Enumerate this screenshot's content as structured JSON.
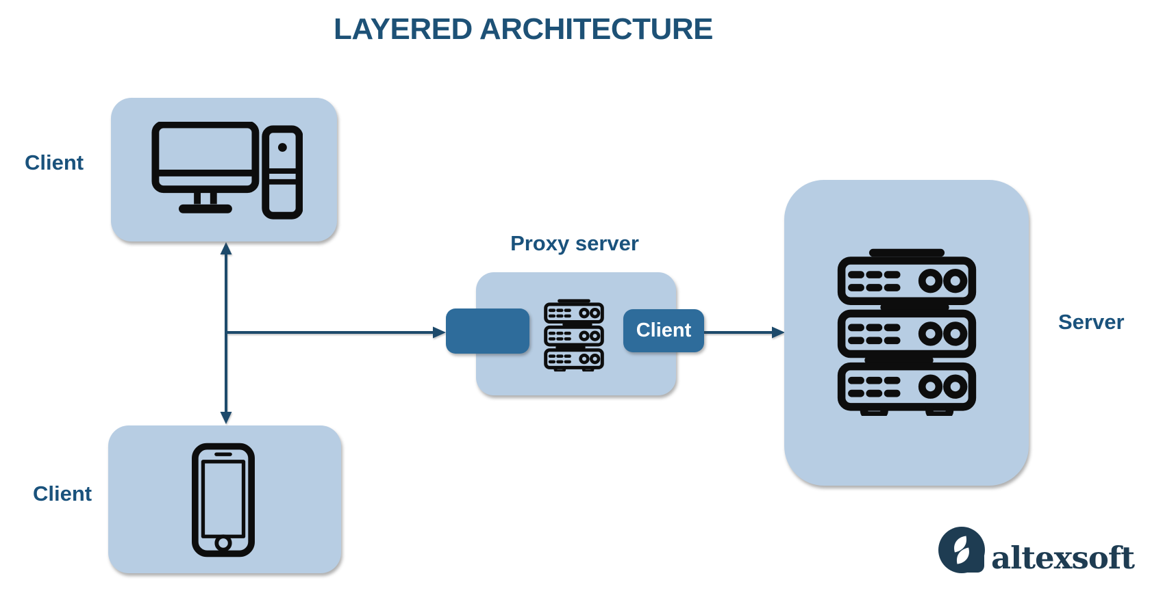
{
  "title": "LAYERED ARCHITECTURE",
  "nodes": {
    "client_top": {
      "label": "Client",
      "icon": "desktop-computer-icon"
    },
    "client_bottom": {
      "label": "Client",
      "icon": "smartphone-icon"
    },
    "proxy": {
      "label": "Proxy server",
      "icon": "server-rack-icon",
      "chips": {
        "left_label": "",
        "right_label": "Client"
      }
    },
    "server": {
      "label": "Server",
      "icon": "server-rack-icon"
    }
  },
  "logo": {
    "text": "altexsoft",
    "icon": "altexsoft-logo-mark"
  },
  "colors": {
    "node_fill": "#b7cde3",
    "chip_fill": "#2e6c9b",
    "arrow": "#1d4a6b",
    "title_text": "#1d5176",
    "label_text": "#1a527c",
    "chip_text": "#ffffff",
    "logo_navy": "#1e3c52",
    "icon_stroke": "#0d0d0d",
    "background": "#ffffff"
  }
}
